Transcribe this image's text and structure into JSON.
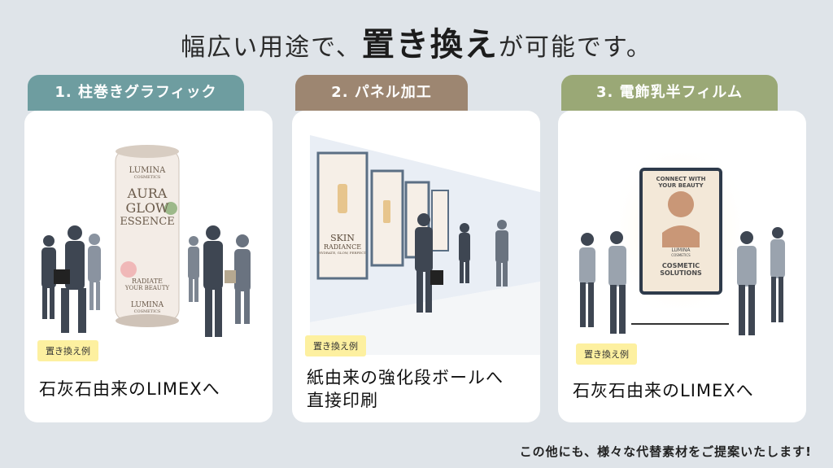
{
  "header": {
    "title_pre": "幅広い用途で、",
    "title_em": "置き換え",
    "title_post": "が可能です。"
  },
  "colors": {
    "tab1": "#6e9da0",
    "tab2": "#9d8671",
    "tab3": "#9aa876",
    "background": "#dfe4e9",
    "badge": "#fdf0a0"
  },
  "cards": [
    {
      "tab_label": "1. 柱巻きグラフィック",
      "badge": "置き換え例",
      "caption": "石灰石由来のLIMEXへ",
      "pillar": {
        "brand": "LUMINA",
        "sub": "COSMETICS",
        "line1": "AURA",
        "line2": "GLOW",
        "line3": "ESSENCE",
        "tag1": "RADIATE",
        "tag2": "YOUR BEAUTY",
        "brand_bottom": "LUMINA",
        "sub_bottom": "COSMETICS"
      }
    },
    {
      "tab_label": "2. パネル加工",
      "badge": "置き換え例",
      "caption_line1": "紙由来の強化段ボールへ",
      "caption_line2": "直接印刷",
      "poster": {
        "line1": "SKIN",
        "line2": "RADIANCE",
        "tag": "HYDRATE, GLOW, PERFECT."
      }
    },
    {
      "tab_label": "3. 電飾乳半フィルム",
      "badge": "置き換え例",
      "caption": "石灰石由来のLIMEXへ",
      "lightbox": {
        "top1": "CONNECT WITH",
        "top2": "YOUR BEAUTY",
        "brand": "LUMINA",
        "sub": "COSMETICS",
        "bottom1": "COSMETIC",
        "bottom2": "SOLUTIONS"
      }
    }
  ],
  "footer": "この他にも、様々な代替素材をご提案いたします!"
}
